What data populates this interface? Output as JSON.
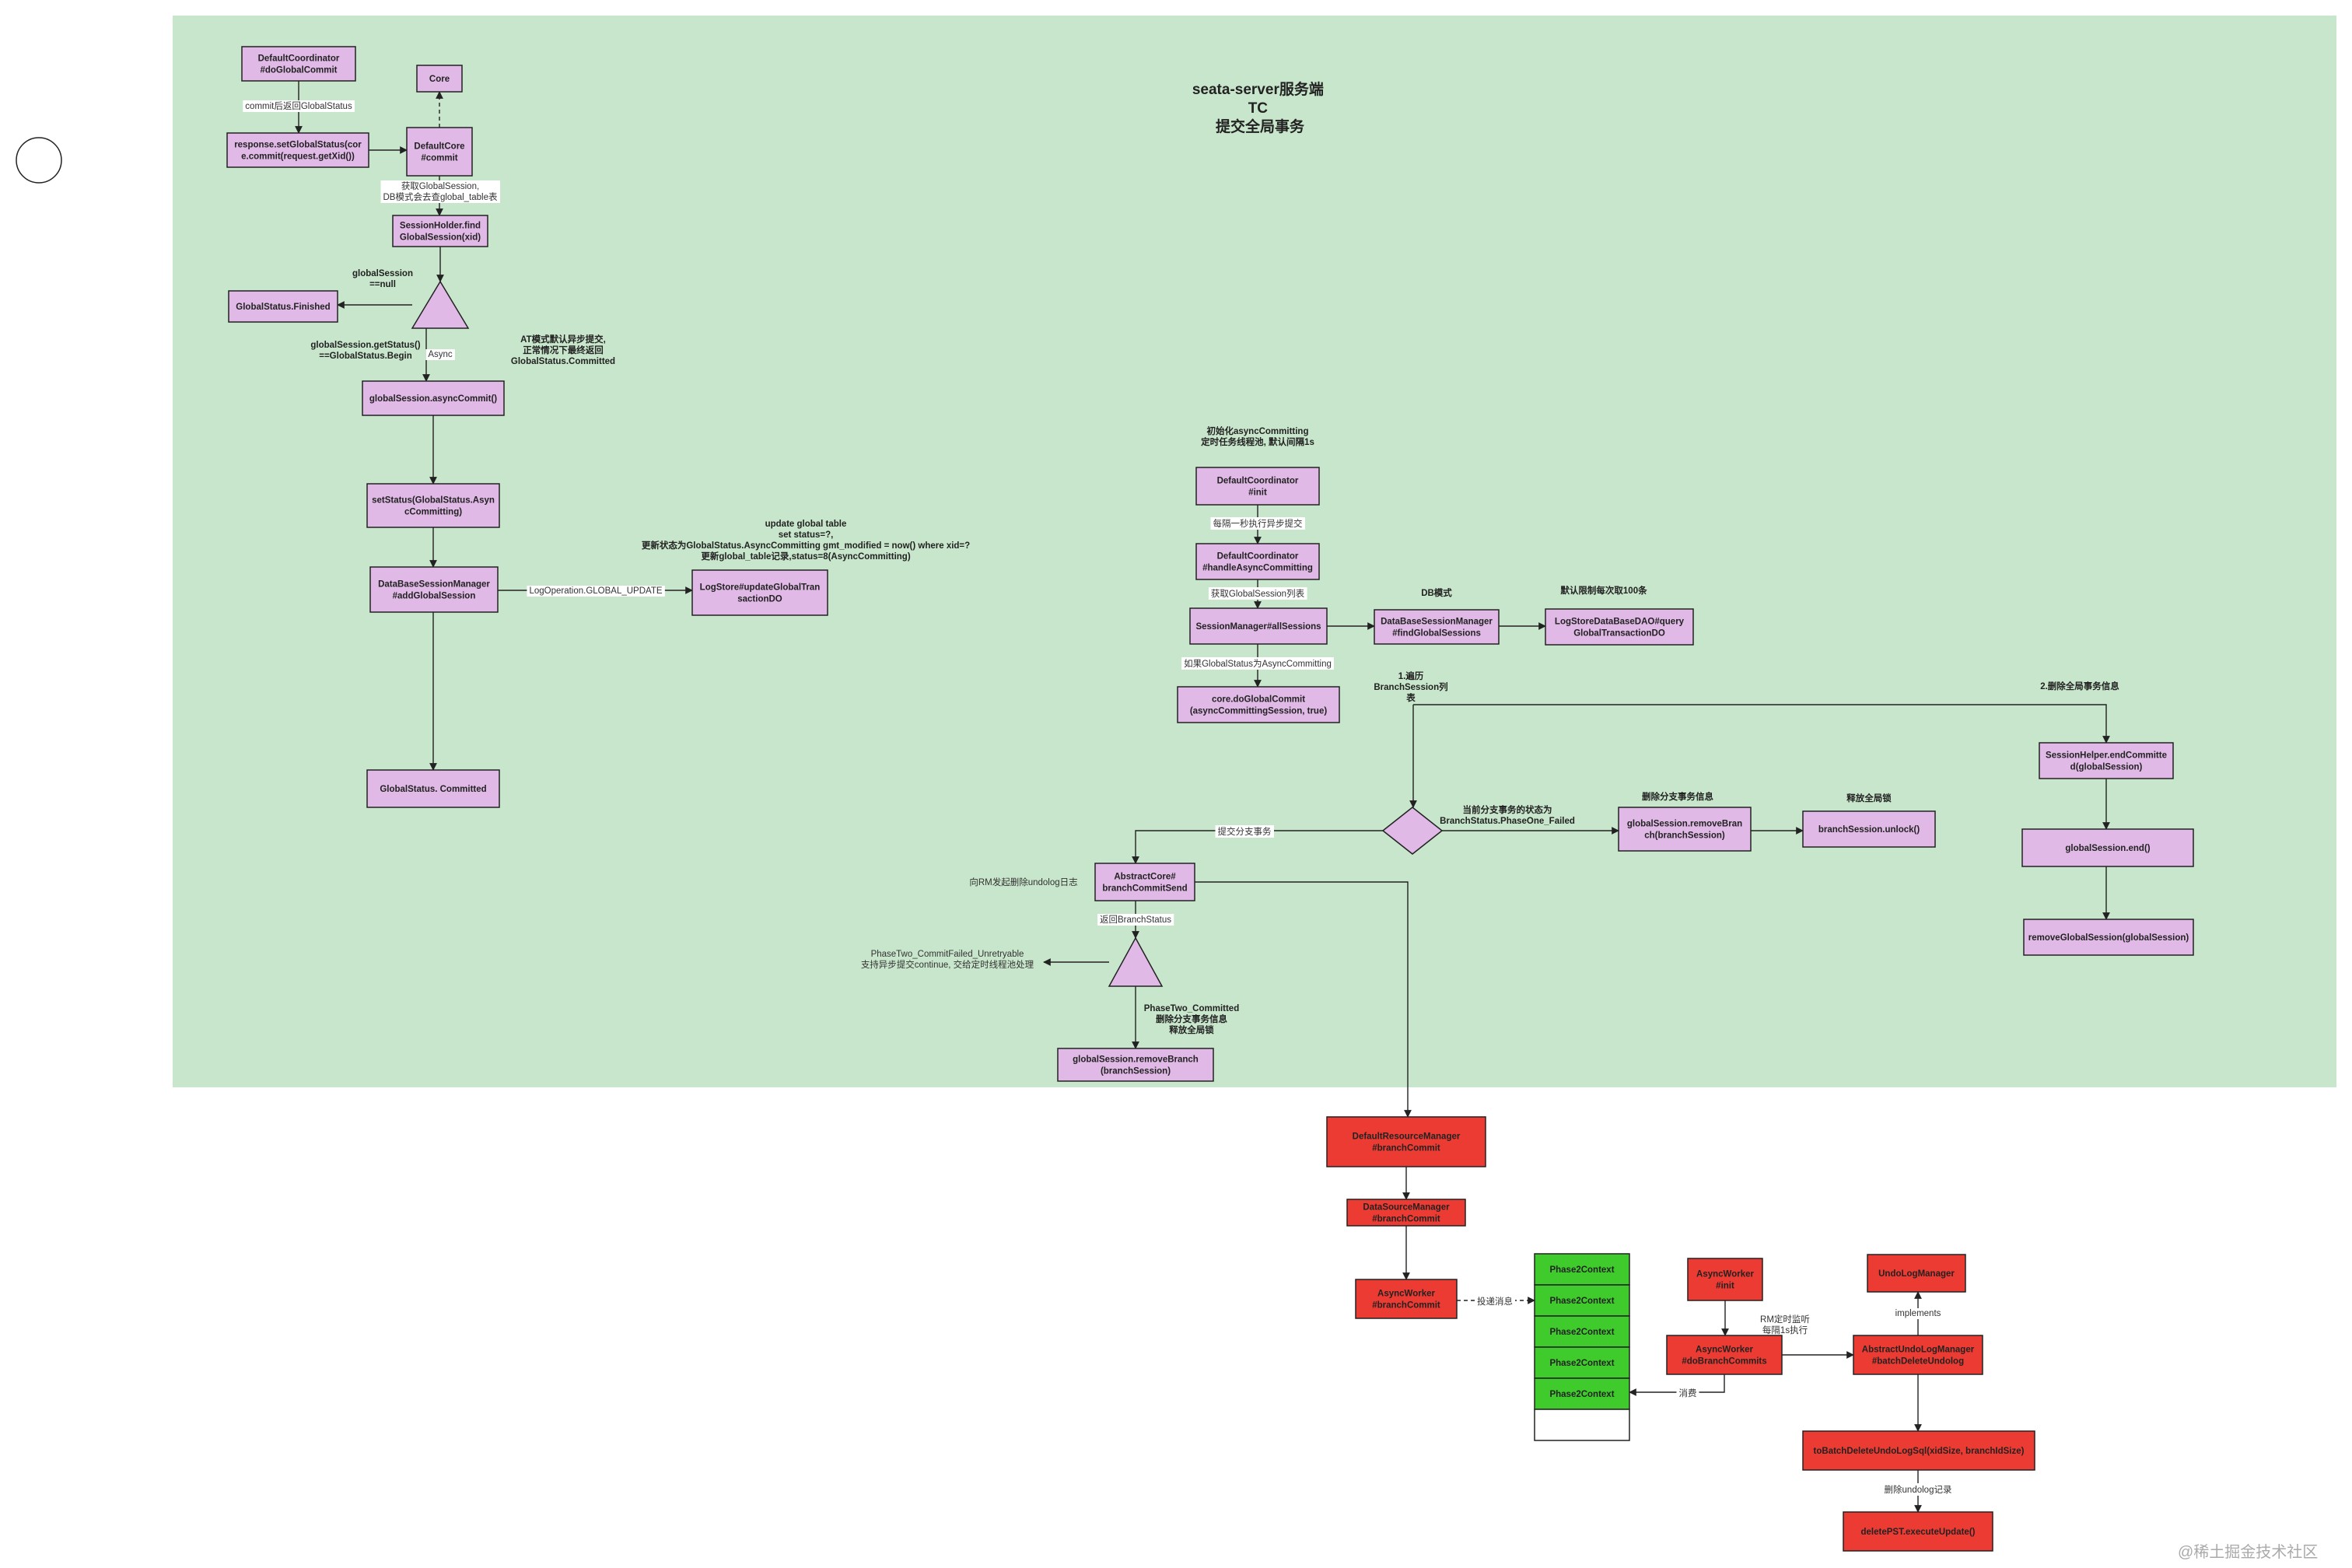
{
  "title_lines": [
    "seata-server服务端",
    "TC",
    "提交全局事务"
  ],
  "watermark": "@稀土掘金技术社区",
  "colors": {
    "panel": "#c8e6cb",
    "purple": "#e0b9e6",
    "red": "#ec3b32",
    "green": "#3fcb2c",
    "stroke": "#222222"
  },
  "nodes": [
    {
      "id": "n_doGlobalCommit",
      "kind": "box",
      "color": "purple",
      "lines": [
        "DefaultCoordinator",
        "#doGlobalCommit"
      ]
    },
    {
      "id": "n_core",
      "kind": "box",
      "color": "purple",
      "lines": [
        "Core"
      ]
    },
    {
      "id": "n_setGlobalStatus",
      "kind": "box",
      "color": "purple",
      "lines": [
        "response.setGlobalStatus(cor",
        "e.commit(request.getXid())"
      ]
    },
    {
      "id": "n_defaultCore",
      "kind": "box",
      "color": "purple",
      "lines": [
        "DefaultCore",
        "#commit"
      ]
    },
    {
      "id": "n_sessionHolder",
      "kind": "box",
      "color": "purple",
      "lines": [
        "SessionHolder.find",
        "GlobalSession(xid)"
      ]
    },
    {
      "id": "n_finished",
      "kind": "box",
      "color": "purple",
      "lines": [
        "GlobalStatus.Finished"
      ]
    },
    {
      "id": "n_tri1",
      "kind": "triangle",
      "color": "purple",
      "lines": []
    },
    {
      "id": "n_asyncCommit",
      "kind": "box",
      "color": "purple",
      "lines": [
        "globalSession.asyncCommit()"
      ]
    },
    {
      "id": "n_setStatus",
      "kind": "box",
      "color": "purple",
      "lines": [
        "setStatus(GlobalStatus.Asyn",
        "cCommitting)"
      ]
    },
    {
      "id": "n_dbAdd",
      "kind": "box",
      "color": "purple",
      "lines": [
        "DataBaseSessionManager",
        "#addGlobalSession"
      ]
    },
    {
      "id": "n_logStore",
      "kind": "box",
      "color": "purple",
      "lines": [
        "LogStore#updateGlobalTran",
        "sactionDO"
      ]
    },
    {
      "id": "n_committed",
      "kind": "box",
      "color": "purple",
      "lines": [
        "GlobalStatus. Committed"
      ]
    },
    {
      "id": "n_init",
      "kind": "box",
      "color": "purple",
      "lines": [
        "DefaultCoordinator",
        "#init"
      ]
    },
    {
      "id": "n_handleAsync",
      "kind": "box",
      "color": "purple",
      "lines": [
        "DefaultCoordinator",
        "#handleAsyncCommitting"
      ]
    },
    {
      "id": "n_allSessions",
      "kind": "box",
      "color": "purple",
      "lines": [
        "SessionManager#allSessions"
      ]
    },
    {
      "id": "n_findGlobal",
      "kind": "box",
      "color": "purple",
      "lines": [
        "DataBaseSessionManager",
        "#findGlobalSessions"
      ]
    },
    {
      "id": "n_daoQuery",
      "kind": "box",
      "color": "purple",
      "lines": [
        "LogStoreDataBaseDAO#query",
        "GlobalTransactionDO"
      ]
    },
    {
      "id": "n_doGlobalCommit2",
      "kind": "box",
      "color": "purple",
      "lines": [
        "core.doGlobalCommit",
        "(asyncCommittingSession, true)"
      ]
    },
    {
      "id": "n_endCommitted",
      "kind": "box",
      "color": "purple",
      "lines": [
        "SessionHelper.endCommitte",
        "d(globalSession)"
      ]
    },
    {
      "id": "n_globalEnd",
      "kind": "box",
      "color": "purple",
      "lines": [
        "globalSession.end()"
      ]
    },
    {
      "id": "n_removeGlobal",
      "kind": "box",
      "color": "purple",
      "lines": [
        "removeGlobalSession(globalSession)"
      ]
    },
    {
      "id": "n_diamond",
      "kind": "diamond",
      "color": "purple",
      "lines": []
    },
    {
      "id": "n_removeBranch1",
      "kind": "box",
      "color": "purple",
      "lines": [
        "globalSession.removeBran",
        "ch(branchSession)"
      ]
    },
    {
      "id": "n_unlock",
      "kind": "box",
      "color": "purple",
      "lines": [
        "branchSession.unlock()"
      ]
    },
    {
      "id": "n_abstractCore",
      "kind": "box",
      "color": "purple",
      "lines": [
        "AbstractCore#",
        "branchCommitSend"
      ]
    },
    {
      "id": "n_tri2",
      "kind": "triangle",
      "color": "purple",
      "lines": []
    },
    {
      "id": "n_removeBranch2",
      "kind": "box",
      "color": "purple",
      "lines": [
        "globalSession.removeBranch",
        "(branchSession)"
      ]
    },
    {
      "id": "n_drm",
      "kind": "box",
      "color": "red",
      "lines": [
        "DefaultResourceManager",
        "#branchCommit"
      ]
    },
    {
      "id": "n_dsm",
      "kind": "box",
      "color": "red",
      "lines": [
        "DataSourceManager",
        "#branchCommit"
      ]
    },
    {
      "id": "n_asyncWorkerBC",
      "kind": "box",
      "color": "red",
      "lines": [
        "AsyncWorker",
        "#branchCommit"
      ]
    },
    {
      "id": "n_asyncWorkerInit",
      "kind": "box",
      "color": "red",
      "lines": [
        "AsyncWorker",
        "#init"
      ]
    },
    {
      "id": "n_asyncWorkerDo",
      "kind": "box",
      "color": "red",
      "lines": [
        "AsyncWorker",
        "#doBranchCommits"
      ]
    },
    {
      "id": "n_undoMgr",
      "kind": "box",
      "color": "red",
      "lines": [
        "UndoLogManager"
      ]
    },
    {
      "id": "n_abstractUndo",
      "kind": "box",
      "color": "red",
      "lines": [
        "AbstractUndoLogManager",
        "#batchDeleteUndolog"
      ]
    },
    {
      "id": "n_toBatch",
      "kind": "box",
      "color": "red",
      "lines": [
        "toBatchDeleteUndoLogSql(xidSize, branchIdSize)"
      ]
    },
    {
      "id": "n_deletePST",
      "kind": "box",
      "color": "red",
      "lines": [
        "deletePST.executeUpdate()"
      ]
    }
  ],
  "queue": {
    "items": [
      "Phase2Context",
      "Phase2Context",
      "Phase2Context",
      "Phase2Context",
      "Phase2Context"
    ],
    "empty_slots": 1
  },
  "edge_labels": {
    "e_commit_status": "commit后返回GlobalStatus",
    "e_get_session": [
      "获取GlobalSession,",
      "DB模式会去查global_table表"
    ],
    "e_async": "Async",
    "e_log_op": "LogOperation.GLOBAL_UPDATE",
    "e_every_sec": "每隔一秒执行异步提交",
    "e_get_list": "获取GlobalSession列表",
    "e_if_async": "如果GlobalStatus为AsyncCommitting",
    "e_commit_branch": "提交分支事务",
    "e_return_status": "返回BranchStatus",
    "e_deliver": "投递消息",
    "e_consume": "消费",
    "e_implements": "implements",
    "e_del_undo": "删除undolog记录"
  },
  "annotations": {
    "a_global_null": [
      "globalSession",
      "==null"
    ],
    "a_getstatus": [
      "globalSession.getStatus()",
      "==GlobalStatus.Begin"
    ],
    "a_at_mode": [
      "AT模式默认异步提交,",
      "正常情况下最终返回",
      "GlobalStatus.Committed"
    ],
    "a_update_sql": [
      "update global table",
      "set status=?,",
      "更新状态为GlobalStatus.AsyncCommitting gmt_modified = now() where xid=?",
      "更新global_table记录,status=8(AsyncCommitting)"
    ],
    "a_init_async": [
      "初始化asyncCommitting",
      "定时任务线程池, 默认间隔1s"
    ],
    "a_db_mode": [
      "DB模式"
    ],
    "a_limit": [
      "默认限制每次取100条"
    ],
    "a_traverse": [
      "1.遍历",
      "BranchSession列",
      "表"
    ],
    "a_delete_global": [
      "2.删除全局事务信息"
    ],
    "a_branch_state": [
      "当前分支事务的状态为",
      "BranchStatus.PhaseOne_Failed"
    ],
    "a_delete_branch": [
      "删除分支事务信息"
    ],
    "a_release_lock": [
      "释放全局锁"
    ],
    "a_rm_undo": [
      "向RM发起删除undolog日志"
    ],
    "a_phase2_failed": [
      "PhaseTwo_CommitFailed_Unretryable",
      "支持异步提交continue, 交给定时线程池处理"
    ],
    "a_phase2_committed": [
      "PhaseTwo_Committed",
      "删除分支事务信息",
      "释放全局锁"
    ],
    "a_rm_timer": [
      "RM定时监听",
      "每隔1s执行"
    ]
  }
}
